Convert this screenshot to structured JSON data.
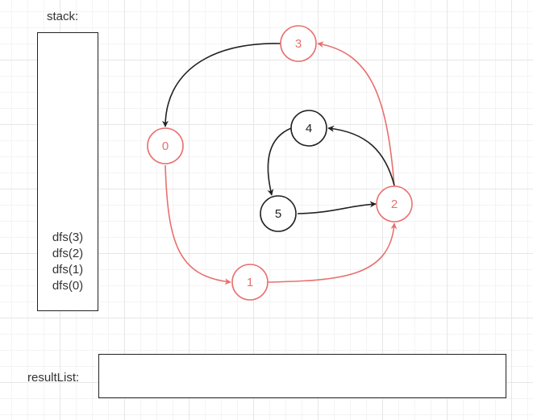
{
  "stack": {
    "label": "stack:",
    "items": [
      "dfs(3)",
      "dfs(2)",
      "dfs(1)",
      "dfs(0)"
    ]
  },
  "result": {
    "label": "resultList:"
  },
  "graph": {
    "nodes": [
      {
        "id": "3",
        "state": "visited"
      },
      {
        "id": "0",
        "state": "visited"
      },
      {
        "id": "4",
        "state": "unvisited"
      },
      {
        "id": "5",
        "state": "unvisited"
      },
      {
        "id": "2",
        "state": "visited"
      },
      {
        "id": "1",
        "state": "visited"
      }
    ],
    "edges": [
      {
        "from": "3",
        "to": "0",
        "state": "unvisited"
      },
      {
        "from": "0",
        "to": "1",
        "state": "visited"
      },
      {
        "from": "1",
        "to": "2",
        "state": "visited"
      },
      {
        "from": "2",
        "to": "3",
        "state": "visited"
      },
      {
        "from": "2",
        "to": "4",
        "state": "unvisited"
      },
      {
        "from": "4",
        "to": "5",
        "state": "unvisited"
      },
      {
        "from": "5",
        "to": "2",
        "state": "unvisited"
      }
    ]
  },
  "colors": {
    "visited": "#e8706e",
    "unvisited": "#222222"
  }
}
